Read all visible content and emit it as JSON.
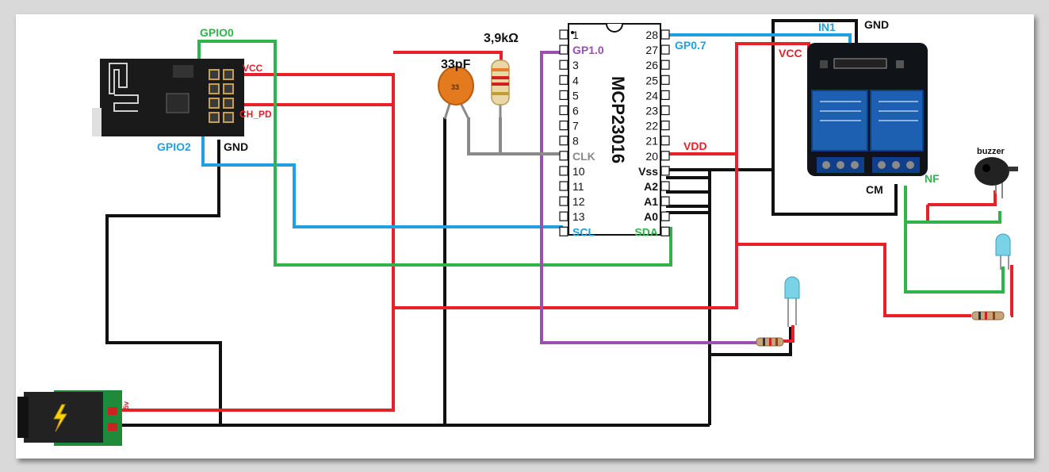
{
  "colors": {
    "red": "#e8202a",
    "black": "#111111",
    "blue": "#1fa0e0",
    "green": "#2fb34a",
    "purple": "#9b4fb0",
    "gray": "#8a8a8a"
  },
  "esp": {
    "gpio0": "GPIO0",
    "gpio2": "GPIO2",
    "vcc": "VCC",
    "ch_pd": "CH_PD",
    "gnd": "GND"
  },
  "chip": {
    "name": "MCP23016",
    "left_pins": [
      "1",
      "GP1.0",
      "3",
      "4",
      "5",
      "6",
      "7",
      "8",
      "CLK",
      "10",
      "11",
      "12",
      "13",
      "SCL"
    ],
    "right_pins": [
      "28",
      "27",
      "26",
      "25",
      "24",
      "23",
      "22",
      "21",
      "20",
      "Vss",
      "A2",
      "A1",
      "A0",
      "SDA"
    ],
    "gp07": "GP0.7",
    "vdd": "VDD"
  },
  "components": {
    "capacitor": "33pF",
    "capacitor_marking": "33",
    "resistor": "3,9kΩ",
    "power": "5v",
    "buzzer": "buzzer"
  },
  "relay": {
    "in1": "IN1",
    "gnd": "GND",
    "vcc": "VCC",
    "cm": "CM",
    "nf": "NF"
  }
}
